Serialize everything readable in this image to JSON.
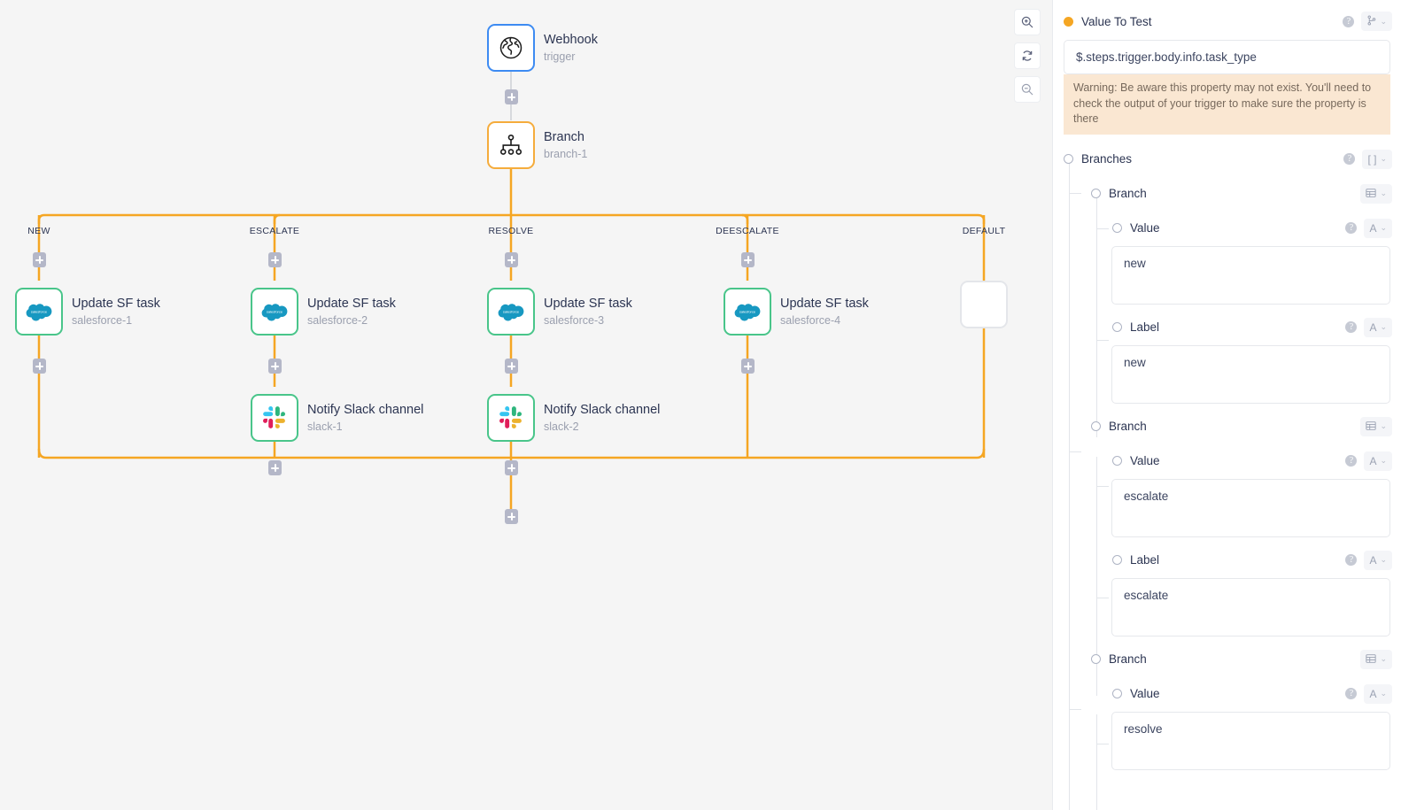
{
  "canvas": {
    "zoom_controls": [
      {
        "name": "zoom-in",
        "label": "+"
      },
      {
        "name": "zoom-reset",
        "label": "↻"
      },
      {
        "name": "zoom-out",
        "label": "−"
      }
    ],
    "nodes": [
      {
        "id": "trigger",
        "title": "Webhook",
        "subtitle": "trigger",
        "icon": "globe-icon",
        "kind": "trigger"
      },
      {
        "id": "branch-1",
        "title": "Branch",
        "subtitle": "branch-1",
        "icon": "branch-icon",
        "kind": "branch"
      },
      {
        "id": "salesforce-1",
        "title": "Update SF task",
        "subtitle": "salesforce-1",
        "icon": "salesforce-icon",
        "kind": "action"
      },
      {
        "id": "salesforce-2",
        "title": "Update SF task",
        "subtitle": "salesforce-2",
        "icon": "salesforce-icon",
        "kind": "action"
      },
      {
        "id": "salesforce-3",
        "title": "Update SF task",
        "subtitle": "salesforce-3",
        "icon": "salesforce-icon",
        "kind": "action"
      },
      {
        "id": "salesforce-4",
        "title": "Update SF task",
        "subtitle": "salesforce-4",
        "icon": "salesforce-icon",
        "kind": "action"
      },
      {
        "id": "slack-1",
        "title": "Notify Slack channel",
        "subtitle": "slack-1",
        "icon": "slack-icon",
        "kind": "action"
      },
      {
        "id": "slack-2",
        "title": "Notify Slack channel",
        "subtitle": "slack-2",
        "icon": "slack-icon",
        "kind": "action"
      },
      {
        "id": "empty-default",
        "title": "",
        "subtitle": "",
        "icon": "",
        "kind": "empty"
      }
    ],
    "branch_labels": [
      "NEW",
      "ESCALATE",
      "RESOLVE",
      "DEESCALATE",
      "DEFAULT"
    ],
    "colors": {
      "edge": "#f5a623",
      "edge_trigger": "#d7d9dd",
      "trigger_border": "#3d8bf2",
      "branch_border": "#f5ac3c",
      "action_border": "#49c58a",
      "canvas_bg": "#f5f5f5",
      "plus_button": "#b4b7c8"
    }
  },
  "sidebar": {
    "value_to_test": {
      "label": "Value To Test",
      "type_badge": "branch-glyph",
      "value": "$.steps.trigger.body.info.task_type",
      "warning": "Warning: Be aware this property may not exist. You'll need to check the output of your trigger to make sure the property is there"
    },
    "branches_label": "Branches",
    "branches_type_badge": "[ ]",
    "branch_label": "Branch",
    "branch_type_badge": "table-glyph",
    "value_label": "Value",
    "label_label": "Label",
    "string_type_badge": "A",
    "help_glyph": "?",
    "caret_glyph": "⌄",
    "branches": [
      {
        "value": "new",
        "label": "new"
      },
      {
        "value": "escalate",
        "label": "escalate"
      },
      {
        "value": "resolve",
        "label": null
      }
    ],
    "colors": {
      "accent": "#f5a623",
      "warning_bg": "#fae7d2",
      "warning_text": "#77695c",
      "text": "#2c3552"
    }
  }
}
